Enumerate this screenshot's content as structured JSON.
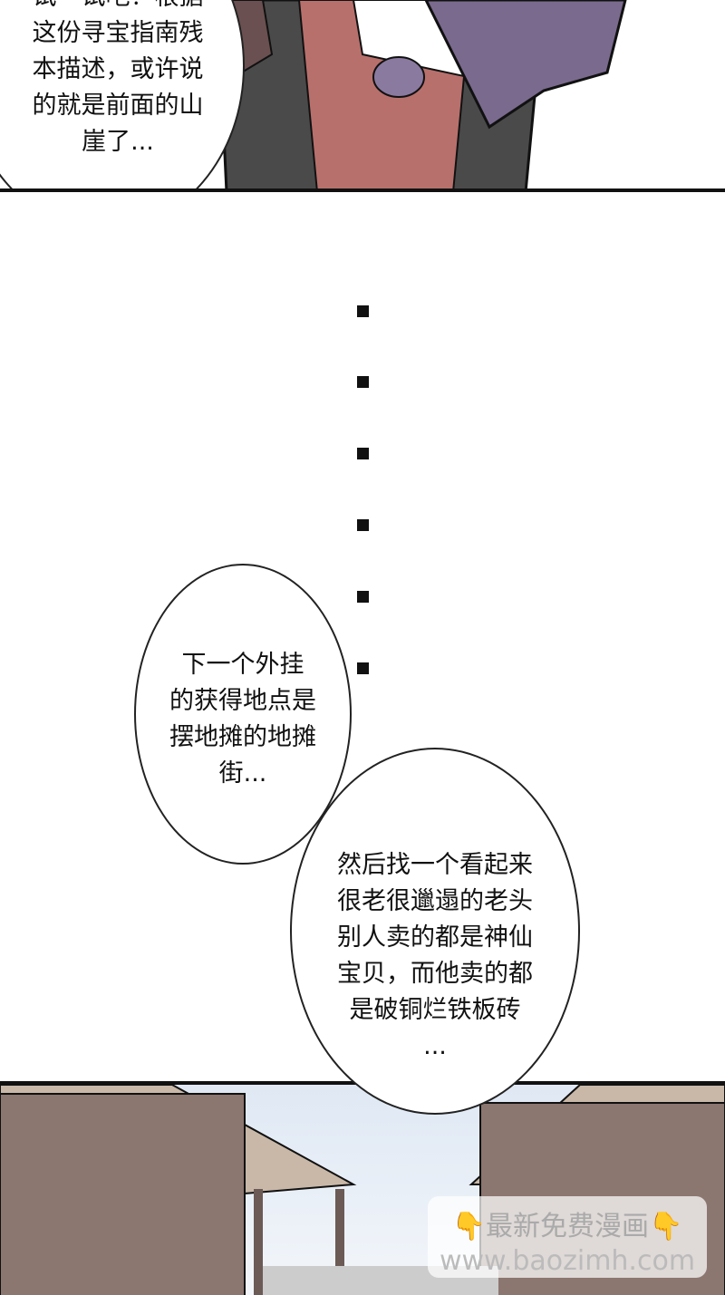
{
  "panel_top": {
    "bubble_lines": "试一试吧！根据\n这份寻宝指南残\n本描述，或许说\n的就是前面的山\n崖了..."
  },
  "ellipsis_dots": 6,
  "bubble_1": {
    "text": "下一个外挂\n的获得地点是\n摆地摊的地摊\n街..."
  },
  "bubble_2": {
    "text": "然后找一个看起来\n很老很邋遢的老头\n别人卖的都是神仙\n宝贝，而他卖的都\n是破铜烂铁板砖\n..."
  },
  "watermark": {
    "line1": "最新免费漫画",
    "line2": "www.baozimh.com",
    "icon": "pointing-down-hand-icon"
  },
  "colors": {
    "cloak": "#7a6a8e",
    "robe": "#b8706c",
    "dark": "#4a4a4a",
    "wood": "#8c7670"
  }
}
